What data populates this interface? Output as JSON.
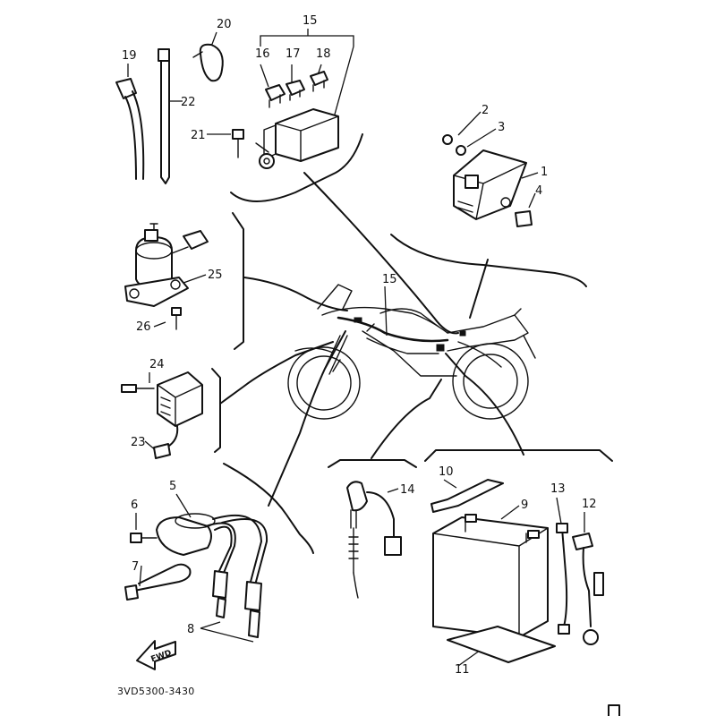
{
  "diagram": {
    "drawing_code": "3VD5300-3430",
    "front_arrow_label": "FWD",
    "callouts": [
      {
        "key": "c1",
        "label": "1"
      },
      {
        "key": "c2",
        "label": "2"
      },
      {
        "key": "c3",
        "label": "3"
      },
      {
        "key": "c4",
        "label": "4"
      },
      {
        "key": "c5",
        "label": "5"
      },
      {
        "key": "c6",
        "label": "6"
      },
      {
        "key": "c7",
        "label": "7"
      },
      {
        "key": "c8",
        "label": "8"
      },
      {
        "key": "c9",
        "label": "9"
      },
      {
        "key": "c10",
        "label": "10"
      },
      {
        "key": "c11",
        "label": "11"
      },
      {
        "key": "c12",
        "label": "12"
      },
      {
        "key": "c13",
        "label": "13"
      },
      {
        "key": "c14",
        "label": "14"
      },
      {
        "key": "c15a",
        "label": "15"
      },
      {
        "key": "c15b",
        "label": "15"
      },
      {
        "key": "c16",
        "label": "16"
      },
      {
        "key": "c17",
        "label": "17"
      },
      {
        "key": "c18",
        "label": "18"
      },
      {
        "key": "c19",
        "label": "19"
      },
      {
        "key": "c20",
        "label": "20"
      },
      {
        "key": "c21",
        "label": "21"
      },
      {
        "key": "c22",
        "label": "22"
      },
      {
        "key": "c23",
        "label": "23"
      },
      {
        "key": "c24",
        "label": "24"
      },
      {
        "key": "c25",
        "label": "25"
      },
      {
        "key": "c26",
        "label": "26"
      }
    ]
  }
}
